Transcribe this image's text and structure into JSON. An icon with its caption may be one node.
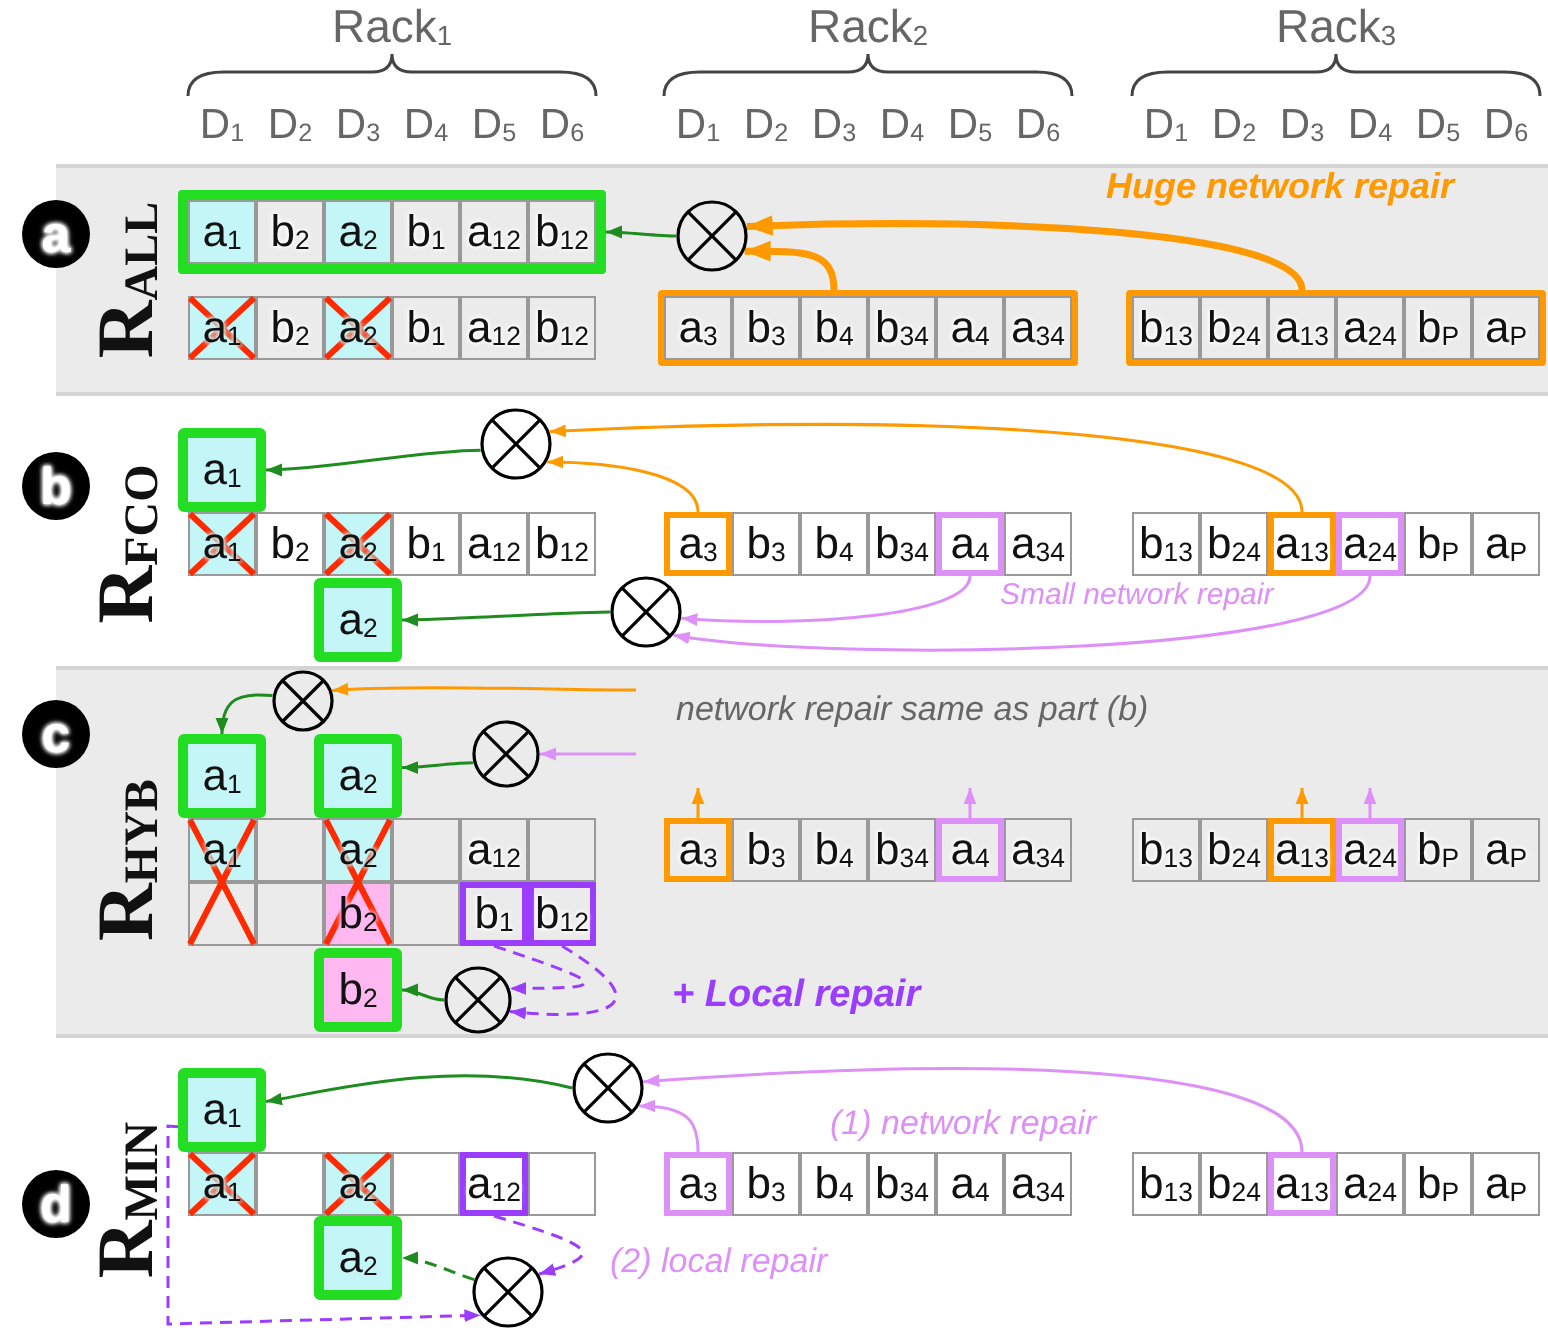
{
  "diagram": {
    "nodes": [
      {
        "text": [
          "a"
        ]
      },
      {
        "text": [],
        "shape": "box"
      },
      {
        "text": [
          "a$_{1}$"
        ],
        "in": 1
      },
      {
        "text": [
          "b$_{2}$"
        ],
        "in": 1
      },
      {
        "text": [
          "a$_{2}$"
        ],
        "in": 1
      },
      {
        "text": [
          "b$_{1}$"
        ],
        "in": 1
      },
      {
        "text": [
          "a$_{12}$"
        ],
        "in": 1
      },
      {
        "text": [
          "b$_{12}$"
        ],
        "in": 1
      },
      {
        "text": [
          "a$_{1}$"
        ]
      },
      {
        "text": [
          "b$_{2}$"
        ]
      },
      {
        "text": [
          "a$_{2}$"
        ]
      },
      {
        "text": [
          "b$_{1}$"
        ]
      },
      {
        "text": [
          "a$_{12}$"
        ]
      },
      {
        "text": [
          "b$_{12}$"
        ]
      },
      {
        "text": [],
        "shape": "box"
      },
      {
        "text": [
          "a$_{3}$"
        ],
        "in": 14
      },
      {
        "text": [
          "b$_{3}$"
        ],
        "in": 14
      },
      {
        "text": [
          "b$_{4}$"
        ],
        "in": 14
      },
      {
        "text": [
          "b$_{34}$"
        ],
        "in": 14
      },
      {
        "text": [
          "a$_{4}$"
        ],
        "in": 14
      },
      {
        "text": [
          "a$_{34}$"
        ],
        "in": 14
      },
      {
        "text": [],
        "shape": "box"
      },
      {
        "text": [
          "b$_{13}$"
        ],
        "in": 21
      },
      {
        "text": [
          "b$_{24}$"
        ],
        "in": 21
      },
      {
        "text": [
          "a$_{13}$"
        ],
        "in": 21
      },
      {
        "text": [
          "a$_{24}$"
        ],
        "in": 21
      },
      {
        "text": [
          "b$_{P}$"
        ],
        "in": 21
      },
      {
        "text": [
          "a$_{P}$"
        ],
        "in": 21
      },
      {
        "text": [],
        "shape": "circle"
      },
      {
        "text": [
          "b"
        ]
      },
      {
        "text": [
          "a$_{1}$"
        ]
      },
      {
        "text": [
          "a$_{1}$"
        ]
      },
      {
        "text": [
          "b$_{2}$"
        ]
      },
      {
        "text": [
          "a$_{2}$"
        ]
      },
      {
        "text": [
          "b$_{1}$"
        ]
      },
      {
        "text": [
          "a$_{12}$"
        ]
      },
      {
        "text": [
          "b$_{12}$"
        ]
      },
      {
        "text": [
          "a$_{2}$"
        ]
      },
      {
        "text": [],
        "shape": "circle"
      },
      {
        "text": [
          "a$_{3}$"
        ]
      },
      {
        "text": [
          "b$_{3}$"
        ]
      },
      {
        "text": [
          "b$_{4}$"
        ]
      },
      {
        "text": [
          "b$_{34}$"
        ]
      },
      {
        "text": [
          "a$_{4}$"
        ]
      },
      {
        "text": [
          "a$_{34}$"
        ]
      },
      {
        "text": [
          "b$_{13}$"
        ]
      },
      {
        "text": [
          "b$_{24}$"
        ]
      },
      {
        "text": [
          "a$_{13}$"
        ]
      },
      {
        "text": [
          "a$_{24}$"
        ]
      },
      {
        "text": [
          "b$_{P}$"
        ]
      },
      {
        "text": [
          "a$_{P}$"
        ]
      },
      {
        "text": [],
        "shape": "circle"
      },
      {
        "text": [
          "c"
        ]
      },
      {
        "text": [],
        "shape": "circle"
      },
      {
        "text": [],
        "shape": "circle"
      },
      {
        "text": [
          "a$_{1}$"
        ]
      },
      {
        "text": [
          "a$_{2}$"
        ]
      },
      {
        "text": [
          "a$_{1}$"
        ]
      },
      {
        "text": [],
        "shape": "box"
      },
      {
        "text": [
          "a$_{2}$"
        ]
      },
      {
        "text": [],
        "shape": "box"
      },
      {
        "text": [
          "a$_{12}$"
        ]
      },
      {
        "text": [],
        "shape": "box"
      },
      {
        "text": [],
        "shape": "box"
      },
      {
        "text": [],
        "shape": "box"
      },
      {
        "text": [
          "b$_{2}$"
        ]
      },
      {
        "text": [],
        "shape": "box"
      },
      {
        "text": [
          "b$_{1}$"
        ]
      },
      {
        "text": [
          "b$_{12}$"
        ]
      },
      {
        "text": [
          "a$_{3}$"
        ]
      },
      {
        "text": [
          "b$_{3}$"
        ]
      },
      {
        "text": [
          "b$_{4}$"
        ]
      },
      {
        "text": [
          "b$_{34}$"
        ]
      },
      {
        "text": [
          "a$_{4}$"
        ]
      },
      {
        "text": [
          "a$_{34}$"
        ]
      },
      {
        "text": [
          "b$_{13}$"
        ]
      },
      {
        "text": [
          "b$_{24}$"
        ]
      },
      {
        "text": [
          "a$_{13}$"
        ]
      },
      {
        "text": [
          "a$_{24}$"
        ]
      },
      {
        "text": [
          "b$_{P}$"
        ]
      },
      {
        "text": [
          "a$_{P}$"
        ]
      },
      {
        "text": [
          "b$_{2}$"
        ]
      },
      {
        "text": [],
        "shape": "circle"
      },
      {
        "text": [
          "d"
        ]
      },
      {
        "text": [
          "a$_{1}$"
        ]
      },
      {
        "text": [],
        "shape": "circle"
      },
      {
        "text": [
          "a$_{1}$"
        ]
      },
      {
        "text": [],
        "shape": "box"
      },
      {
        "text": [
          "a$_{2}$"
        ]
      },
      {
        "text": [],
        "shape": "box"
      },
      {
        "text": [
          "a$_{12}$"
        ]
      },
      {
        "text": [],
        "shape": "box"
      },
      {
        "text": [
          "a$_{3}$"
        ]
      },
      {
        "text": [
          "b$_{3}$"
        ]
      },
      {
        "text": [
          "b$_{4}$"
        ]
      },
      {
        "text": [
          "b$_{34}$"
        ]
      },
      {
        "text": [
          "a$_{4}$"
        ]
      },
      {
        "text": [
          "a$_{34}$"
        ]
      },
      {
        "text": [
          "b$_{13}$"
        ]
      },
      {
        "text": [
          "b$_{24}$"
        ]
      },
      {
        "text": [
          "a$_{13}$"
        ]
      },
      {
        "text": [
          "a$_{24}$"
        ]
      },
      {
        "text": [
          "b$_{P}$"
        ]
      },
      {
        "text": [
          "a$_{P}$"
        ]
      },
      {
        "text": [
          "a$_{2}$"
        ]
      },
      {
        "text": [],
        "shape": "circle"
      }
    ],
    "edges": [
      {
        "from": 14,
        "to": 28,
        "arrow": "to",
        "style": "thick",
        "color": "#ff9900"
      },
      {
        "from": 21,
        "to": 28,
        "arrow": "to",
        "style": "thick",
        "color": "#ff9900"
      },
      {
        "from": 28,
        "to": 1,
        "arrow": "to",
        "color": "#1e8c1e"
      },
      {
        "from": 39,
        "to": 38,
        "arrow": "to",
        "color": "#ff9900"
      },
      {
        "from": 47,
        "to": 38,
        "arrow": "to",
        "color": "#ff9900"
      },
      {
        "from": 38,
        "to": 30,
        "arrow": "to",
        "color": "#1e8c1e"
      },
      {
        "from": 43,
        "to": 51,
        "arrow": "to",
        "color": "#dd90f7"
      },
      {
        "from": 48,
        "to": 51,
        "arrow": "to",
        "color": "#dd90f7"
      },
      {
        "from": 51,
        "to": 37,
        "arrow": "to",
        "color": "#1e8c1e"
      },
      {
        "from": null,
        "to": 53,
        "arrow": "to",
        "color": "#ff9900"
      },
      {
        "from": null,
        "to": 54,
        "arrow": "to",
        "color": "#dd90f7"
      },
      {
        "from": 53,
        "to": 55,
        "arrow": "to",
        "color": "#1e8c1e"
      },
      {
        "from": 54,
        "to": 56,
        "arrow": "to",
        "color": "#1e8c1e"
      },
      {
        "from": 67,
        "to": 82,
        "arrow": "to",
        "style": "dashed",
        "color": "#9b3dff"
      },
      {
        "from": 68,
        "to": 82,
        "arrow": "to",
        "style": "dashed",
        "color": "#9b3dff"
      },
      {
        "from": 82,
        "to": 81,
        "arrow": "to",
        "color": "#1e8c1e"
      },
      {
        "from": 69,
        "to": null,
        "arrow": "to",
        "color": "#ff9900"
      },
      {
        "from": 73,
        "to": null,
        "arrow": "to",
        "color": "#dd90f7"
      },
      {
        "from": 77,
        "to": null,
        "arrow": "to",
        "color": "#ff9900"
      },
      {
        "from": 78,
        "to": null,
        "arrow": "to",
        "color": "#dd90f7"
      },
      {
        "from": 92,
        "to": 85,
        "arrow": "to",
        "color": "#dd90f7"
      },
      {
        "from": 100,
        "to": 85,
        "arrow": "to",
        "color": "#dd90f7"
      },
      {
        "from": 85,
        "to": 84,
        "arrow": "to",
        "color": "#1e8c1e"
      },
      {
        "from": 84,
        "to": 105,
        "arrow": "to",
        "style": "dashed",
        "color": "#9b3dff"
      },
      {
        "from": 90,
        "to": 105,
        "arrow": "to",
        "style": "dashed",
        "color": "#9b3dff"
      },
      {
        "from": 105,
        "to": 104,
        "arrow": "to",
        "style": "dashed",
        "color": "#1e8c1e"
      }
    ],
    "labels": [
      "Rack$_{1}$",
      "Rack$_{2}$",
      "Rack$_{3}$",
      "D$_{1}$",
      "D$_{2}$",
      "D$_{3}$",
      "D$_{4}$",
      "D$_{5}$",
      "D$_{6}$",
      "D$_{1}$",
      "D$_{2}$",
      "D$_{3}$",
      "D$_{4}$",
      "D$_{5}$",
      "D$_{6}$",
      "D$_{1}$",
      "D$_{2}$",
      "D$_{3}$",
      "D$_{4}$",
      "D$_{5}$",
      "D$_{6}$",
      "R$_{ALL}$",
      "Huge network repair",
      "R$_{FCO}$",
      "Small network repair",
      "R$_{HYB}$",
      "network repair same as part (b)",
      "+ Local repair",
      "R$_{MIN}$",
      "(1) network repair",
      "(2) local repair"
    ]
  }
}
